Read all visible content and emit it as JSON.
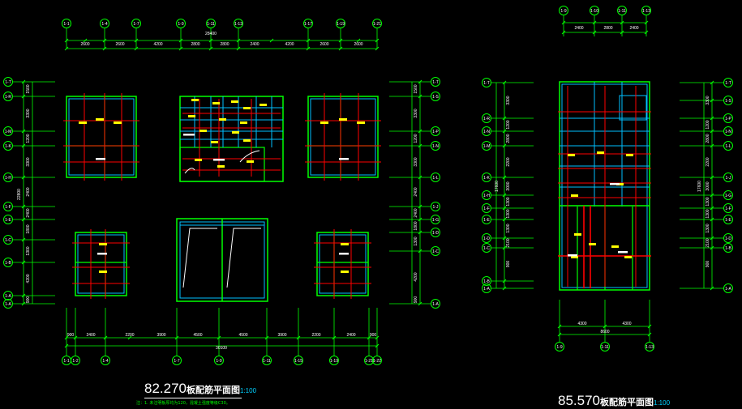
{
  "colors": {
    "background": "#000000",
    "axis": "#00ff00",
    "dim": "#00ff00",
    "wall": "#00ff00",
    "slab": "#00c0ff",
    "rebar": "#ff0000",
    "tag": "#ffff00",
    "text": "#ffffff"
  },
  "left_plan": {
    "title_number": "82.270",
    "title_text": "板配筋平面图",
    "title_scale": "1:100",
    "note": "注：1. 未注明板厚均为120，混凝土强度等级C30。",
    "top_axes": [
      "1-1",
      "1-4",
      "1-7",
      "1-9",
      "1-11",
      "1-13",
      "1-17",
      "1-19",
      "1-21"
    ],
    "top_dims": [
      "2600",
      "2600",
      "4200",
      "2800",
      "2800",
      "2400",
      "4200",
      "2600",
      "2600"
    ],
    "top_total": "28400",
    "bottom_axes": [
      "1-1",
      "1-2",
      "1-4",
      "1-7",
      "1-9",
      "1-11",
      "1-15",
      "1-19",
      "1-21",
      "1-22"
    ],
    "bottom_dims": [
      "900",
      "2400",
      "2200",
      "3900",
      "4500",
      "4500",
      "3900",
      "2200",
      "2400",
      "900"
    ],
    "bottom_total": "30100",
    "left_axes": [
      "1-T",
      "1-R",
      "1-M",
      "1-K",
      "1-H",
      "1-F",
      "1-E",
      "1-C",
      "1-B",
      "1-A"
    ],
    "left_dims": [
      "1500",
      "3300",
      "1200",
      "3300",
      "2400",
      "2400",
      "1800",
      "1300",
      "4200",
      "900"
    ],
    "left_total": "22800",
    "right_axes": [
      "1-T",
      "1-S",
      "1-P",
      "1-N",
      "1-L",
      "1-J",
      "1-G",
      "1-D",
      "1-C",
      "1-A"
    ]
  },
  "right_plan": {
    "title_number": "85.570",
    "title_text": "板配筋平面图",
    "title_scale": "1:100",
    "top_axes": [
      "1-9",
      "1-10",
      "1-11",
      "1-13"
    ],
    "top_dims": [
      "2400",
      "2800",
      "2400"
    ],
    "bottom_axes": [
      "1-9",
      "1-11",
      "1-13"
    ],
    "bottom_dims": [
      "4300",
      "4300"
    ],
    "bottom_total": "8600",
    "left_axes": [
      "1-T",
      "1-R",
      "1-N",
      "1-M",
      "1-K",
      "1-H",
      "1-F",
      "1-E",
      "1-D",
      "1-C",
      "1-B",
      "1-A"
    ],
    "left_dims": [
      "3300",
      "1200",
      "2800",
      "2200",
      "3000",
      "1300",
      "1300",
      "1300",
      "2100",
      "900"
    ],
    "left_total": "17600",
    "right_axes": [
      "1-T",
      "1-S",
      "1-P",
      "1-N",
      "1-L",
      "1-J",
      "1-G",
      "1-F",
      "1-E",
      "1-D",
      "1-B",
      "1-A"
    ]
  }
}
